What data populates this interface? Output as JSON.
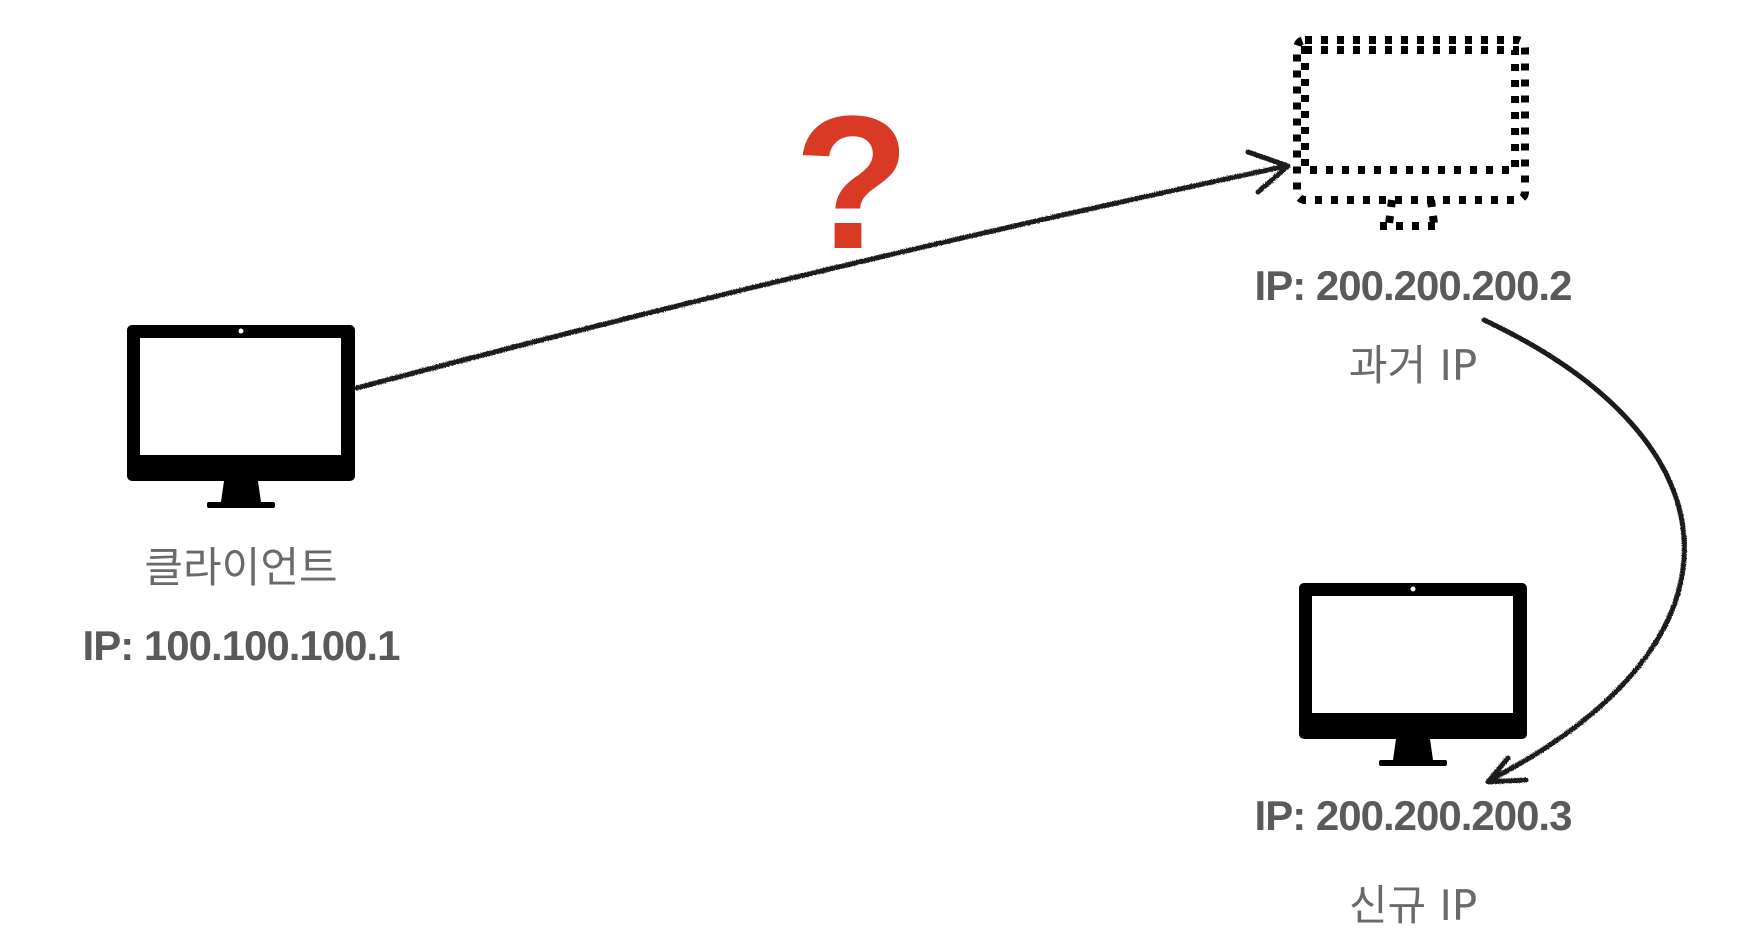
{
  "colors": {
    "question_mark": "#d93a26",
    "monitor": "#000000",
    "arrow": "#1a1a1a",
    "label_text": "#5a5a5a"
  },
  "question_mark": "?",
  "client": {
    "icon": "monitor-icon",
    "name": "클라이언트",
    "ip": "IP: 100.100.100.1"
  },
  "old_server": {
    "icon": "monitor-dotted-icon",
    "ip": "IP: 200.200.200.2",
    "label": "과거 IP"
  },
  "new_server": {
    "icon": "monitor-icon",
    "ip": "IP: 200.200.200.3",
    "label": "신규 IP"
  }
}
